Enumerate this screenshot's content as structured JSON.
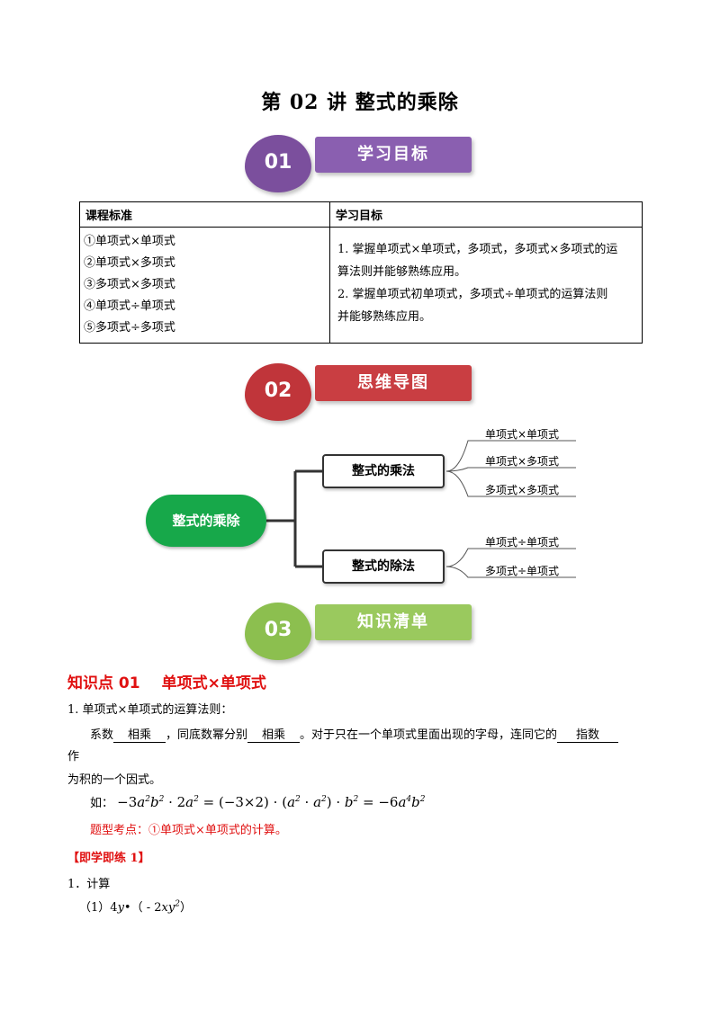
{
  "title": "第 02 讲  整式的乘除",
  "banners": [
    {
      "num": "01",
      "label": "学习目标",
      "disk_color": "#7b4f9d",
      "bar_color": "#8a5fb0"
    },
    {
      "num": "02",
      "label": "思维导图",
      "disk_color": "#c0353a",
      "bar_color": "#c93e42"
    },
    {
      "num": "03",
      "label": "知识清单",
      "disk_color": "#8cbf4f",
      "bar_color": "#9ac95e"
    }
  ],
  "objectives": {
    "col1_header": "课程标准",
    "col2_header": "学习目标",
    "standards": [
      "①单项式×单项式",
      "②单项式×多项式",
      "③多项式×多项式",
      "④单项式÷单项式",
      "⑤多项式÷多项式"
    ],
    "goals": [
      "1. 掌握单项式×单项式，多项式，多项式×多项式的运",
      "算法则并能够熟练应用。",
      "2. 掌握单项式初单项式，多项式÷单项式的运算法则",
      "并能够熟练应用。"
    ]
  },
  "mindmap": {
    "root": "整式的乘除",
    "branches": [
      {
        "label": "整式的乘法",
        "leaves": [
          "单项式×单项式",
          "单项式×多项式",
          "多项式×多项式"
        ]
      },
      {
        "label": "整式的除法",
        "leaves": [
          "单项式÷单项式",
          "多项式÷单项式"
        ]
      }
    ]
  },
  "knowledge": {
    "point_label": "知识点 01",
    "point_title": "单项式×单项式",
    "rule_title": "1. 单项式×单项式的运算法则：",
    "rule_p1": "系数",
    "blank1": "相乘",
    "rule_p2": "，同底数幂分别",
    "blank2": "相乘",
    "rule_p3": "。对于只在一个单项式里面出现的字母，连同它的",
    "blank3": "指数",
    "rule_p4": "作",
    "rule_p5": "为积的一个因式。",
    "example_prefix": "如：",
    "hint": "题型考点：①单项式×单项式的计算。",
    "practice_title": "【即学即练 1】",
    "q_num": "1．计算",
    "q1_label": "（1）"
  }
}
